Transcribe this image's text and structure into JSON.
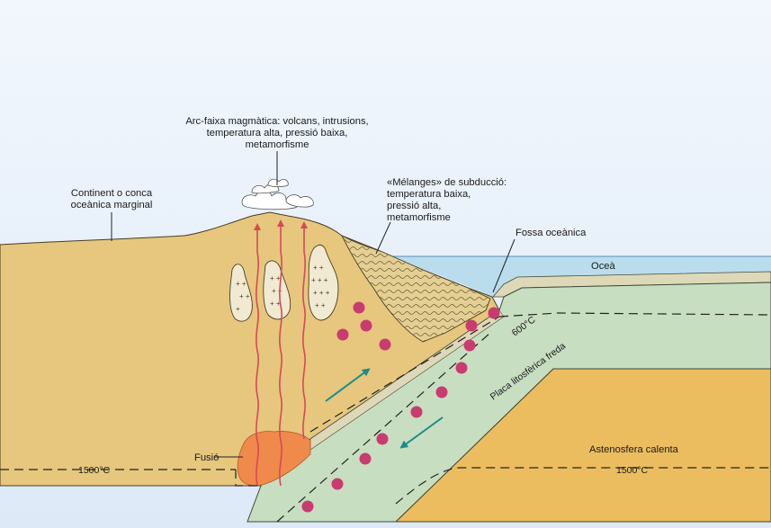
{
  "labels": {
    "arc_line1": "Arc-faixa magmàtica: volcans, intrusions,",
    "arc_line2": "temperatura alta, pressió baixa,",
    "arc_line3": "metamorfisme",
    "continent_line1": "Continent o conca",
    "continent_line2": "oceànica marginal",
    "melanges_line1": "«Mélanges» de subducció:",
    "melanges_line2": "temperatura baixa,",
    "melanges_line3": "pressió alta,",
    "melanges_line4": "metamorfisme",
    "trench": "Fossa oceànica",
    "ocean": "Oceà",
    "isotherm_600": "600°C",
    "cold_plate": "Placa litosfèrica freda",
    "hot_asthenosphere": "Astenosfera calenta",
    "melting": "Fusió",
    "isotherm_1500_left": "1500°C",
    "isotherm_1500_right": "1500°C"
  },
  "colors": {
    "sky": "#dde9f7",
    "continent": "#e6c77d",
    "plate": "#c8dec1",
    "asthenosphere": "#ebbd5f",
    "ocean": "#b9dded",
    "melt": "#ef8a4a",
    "magma_arrow": "#d9475a",
    "motion_arrow": "#1d8a8c",
    "pressure_dot": "#c83c6f",
    "intrusion": "#f1ead3",
    "melange": "#e4cf93"
  }
}
